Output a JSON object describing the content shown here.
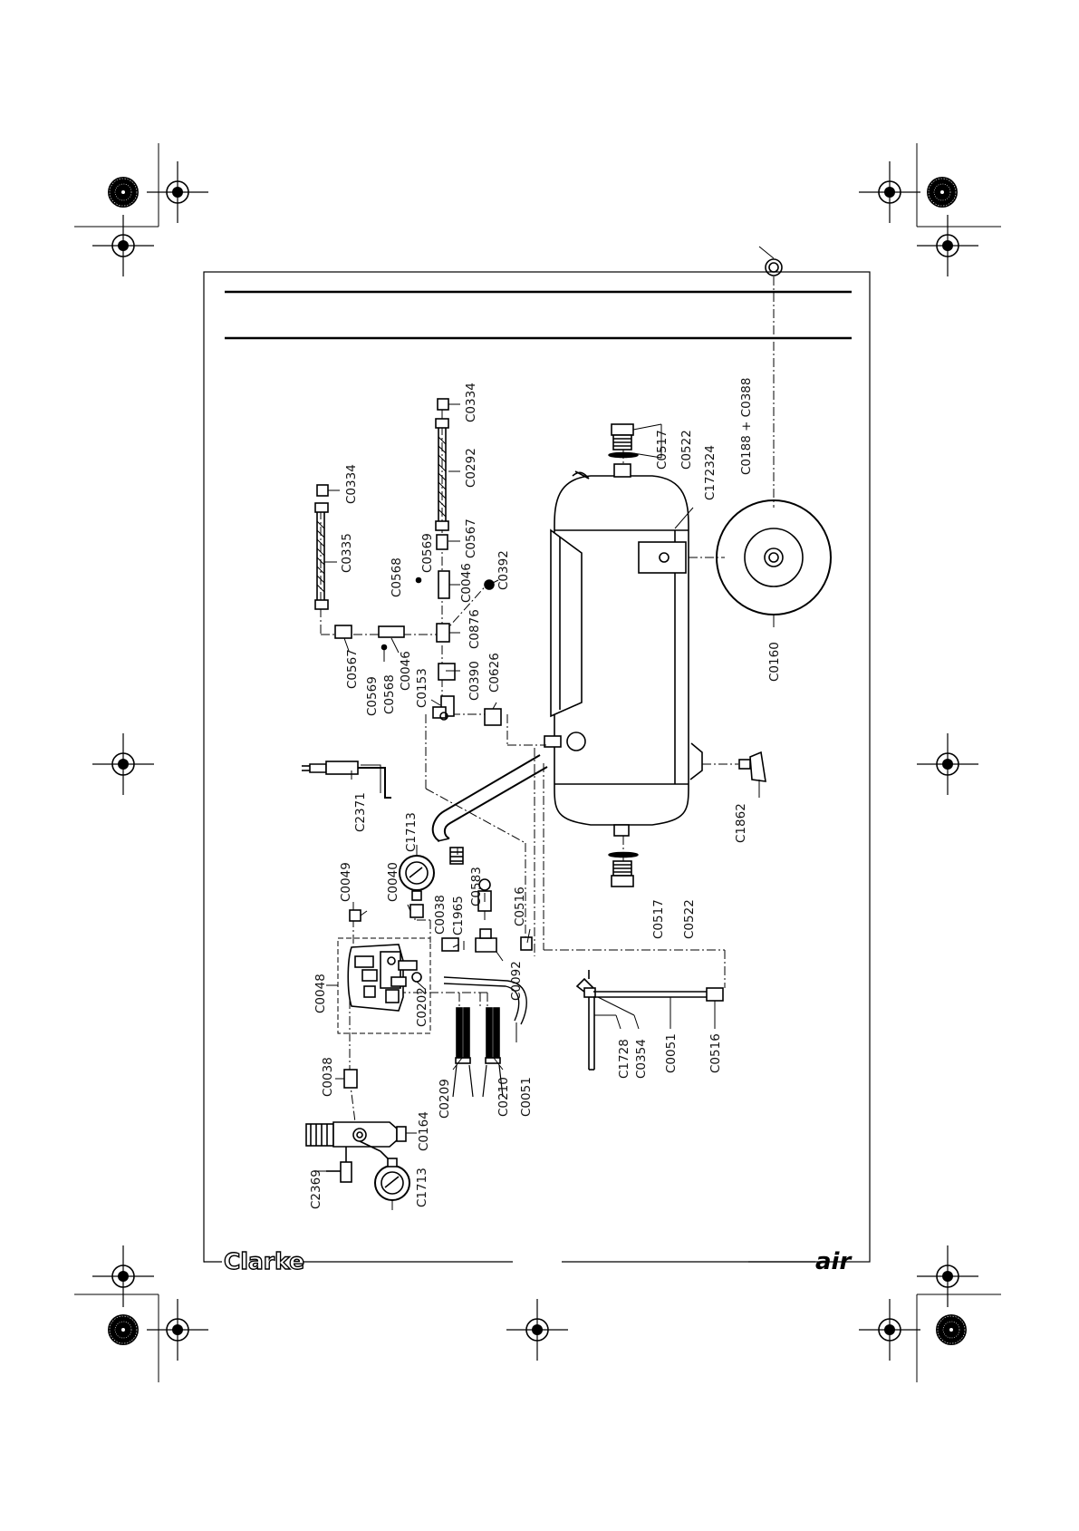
{
  "brand": {
    "logo": "Clarke",
    "tagline": "air"
  },
  "part_labels": {
    "p0334_a": "C0334",
    "p0334_b": "C0334",
    "p0335": "C0335",
    "p0292": "C0292",
    "p0567_a": "C0567",
    "p0567_b": "C0567",
    "p0569_a": "C0569",
    "p0569_b": "C0569",
    "p0568_a": "C0568",
    "p0568_b": "C0568",
    "p0046_a": "C0046",
    "p0046_b": "C0046",
    "p0392": "C0392",
    "p0876": "C0876",
    "p0626": "C0626",
    "p0390": "C0390",
    "p0153": "C0153",
    "p0517_a": "C0517",
    "p0517_b": "C0517",
    "p0522_a": "C0522",
    "p0522_b": "C0522",
    "p172324": "C172324",
    "p0188": "C0188 + C0388",
    "p0160": "C0160",
    "p1862": "C1862",
    "p2371": "C2371",
    "p1713_a": "C1713",
    "p1713_b": "C1713",
    "p0583": "C0583",
    "p0049": "C0049",
    "p0040": "C0040",
    "p0038_a": "C0038",
    "p0038_b": "C0038",
    "p1965": "C1965",
    "p0516_a": "C0516",
    "p0516_b": "C0516",
    "p0048": "C0048",
    "p0202": "C0202",
    "p0092": "C0092",
    "p0209": "C0209",
    "p0210": "C0210",
    "p0051_a": "C0051",
    "p0051_b": "C0051",
    "p1728": "C1728",
    "p0354": "C0354",
    "p0164": "C0164",
    "p2369": "C2369"
  }
}
